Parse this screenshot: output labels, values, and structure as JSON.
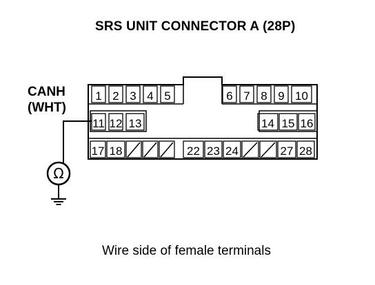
{
  "title": "SRS UNIT CONNECTOR A (28P)",
  "wire": {
    "name": "CANH",
    "color": "(WHT)"
  },
  "meter_symbol": "Ω",
  "caption": "Wire side of female terminals",
  "connector": {
    "rows": [
      {
        "cells": [
          {
            "label": "1",
            "empty": false
          },
          {
            "label": "2",
            "empty": false
          },
          {
            "label": "3",
            "empty": false
          },
          {
            "label": "4",
            "empty": false
          },
          {
            "label": "5",
            "empty": false
          },
          {
            "label": "",
            "empty": true,
            "key": true
          },
          {
            "label": "6",
            "empty": false
          },
          {
            "label": "7",
            "empty": false
          },
          {
            "label": "8",
            "empty": false
          },
          {
            "label": "9",
            "empty": false
          },
          {
            "label": "10",
            "empty": false
          }
        ]
      },
      {
        "cells": [
          {
            "label": "11",
            "empty": false
          },
          {
            "label": "12",
            "empty": false
          },
          {
            "label": "13",
            "empty": false
          },
          {
            "label": "14",
            "empty": false
          },
          {
            "label": "15",
            "empty": false
          },
          {
            "label": "16",
            "empty": false
          }
        ]
      },
      {
        "cells": [
          {
            "label": "17",
            "empty": false
          },
          {
            "label": "18",
            "empty": false
          },
          {
            "label": "",
            "empty": true
          },
          {
            "label": "",
            "empty": true
          },
          {
            "label": "",
            "empty": true
          },
          {
            "label": "22",
            "empty": false
          },
          {
            "label": "23",
            "empty": false
          },
          {
            "label": "24",
            "empty": false
          },
          {
            "label": "",
            "empty": true
          },
          {
            "label": "",
            "empty": true
          },
          {
            "label": "27",
            "empty": false
          },
          {
            "label": "28",
            "empty": false
          }
        ]
      }
    ],
    "probe_terminal": "11"
  }
}
